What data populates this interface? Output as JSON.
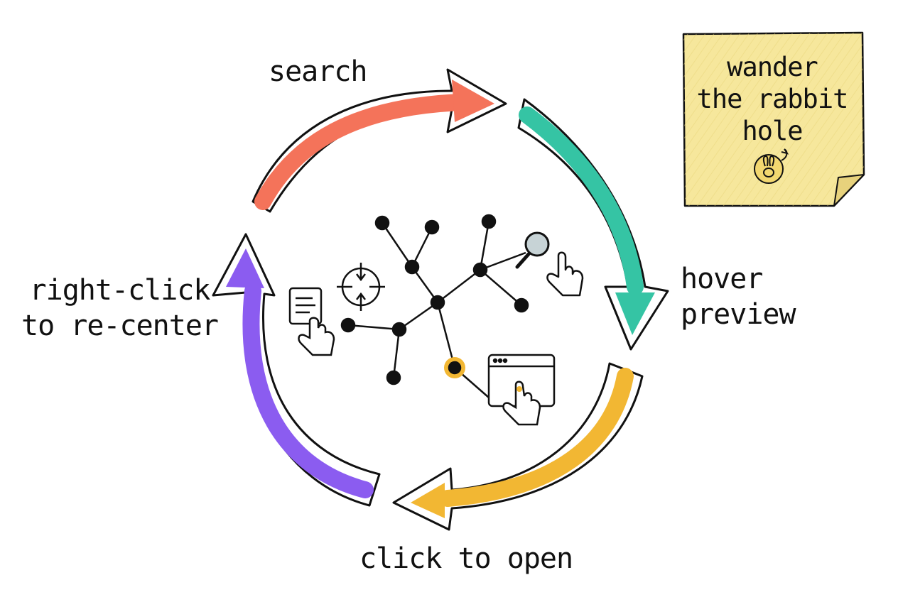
{
  "diagram": {
    "steps": [
      {
        "label_lines": [
          "search"
        ],
        "color": "#f4735a"
      },
      {
        "label_lines": [
          "hover",
          "preview"
        ],
        "color": "#35c4a4"
      },
      {
        "label_lines": [
          "click to open"
        ],
        "color": "#f2b733"
      },
      {
        "label_lines": [
          "right-click",
          "to re-center"
        ],
        "color": "#8b5cf0"
      }
    ],
    "sticky_note": {
      "lines": [
        "wander",
        "the rabbit",
        "hole"
      ],
      "color": "#f6e79c",
      "icon": "rabbit-icon"
    },
    "center_icons": [
      "graph-network-icon",
      "magnifier-icon",
      "pointer-hand-icon",
      "crosshair-icon",
      "document-icon",
      "browser-window-icon"
    ],
    "highlight_color": "#f2b733"
  }
}
